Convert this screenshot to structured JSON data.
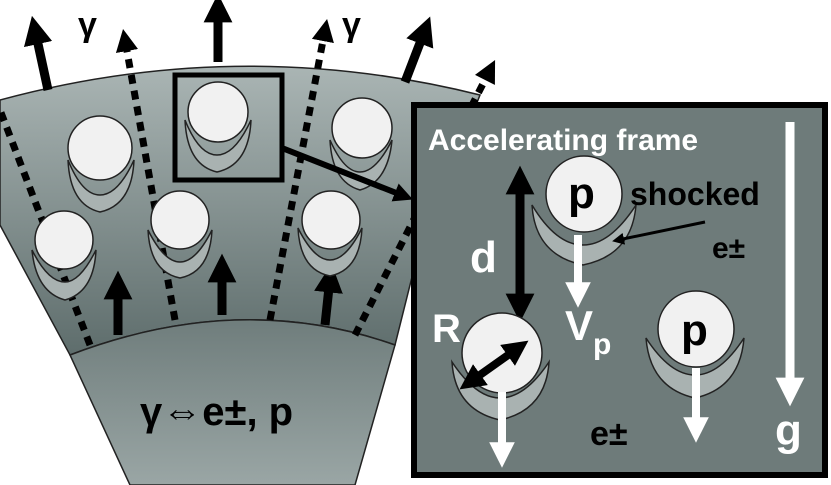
{
  "labels": {
    "gamma_left": "γ",
    "gamma_right": "γ",
    "core_equation": "γ⇔e±, p",
    "frame_title": "Accelerating frame",
    "proton_top": "p",
    "proton_right": "p",
    "shocked": "shocked",
    "shocked_pair": "e±",
    "distance": "d",
    "radius": "R",
    "velocity_symbol": "V",
    "velocity_subscript": "p",
    "pair_bottom": "e±",
    "gravity": "g"
  },
  "colors": {
    "shell_top": "#a9b4b3",
    "shell_bottom": "#5e6e6d",
    "core": "#7d8a89",
    "inset_bg": "#6e7b7a",
    "blob": "#f1f1f1",
    "crescent": "#a9b2b1",
    "ink": "#000000",
    "white_arrow": "#ffffff"
  }
}
